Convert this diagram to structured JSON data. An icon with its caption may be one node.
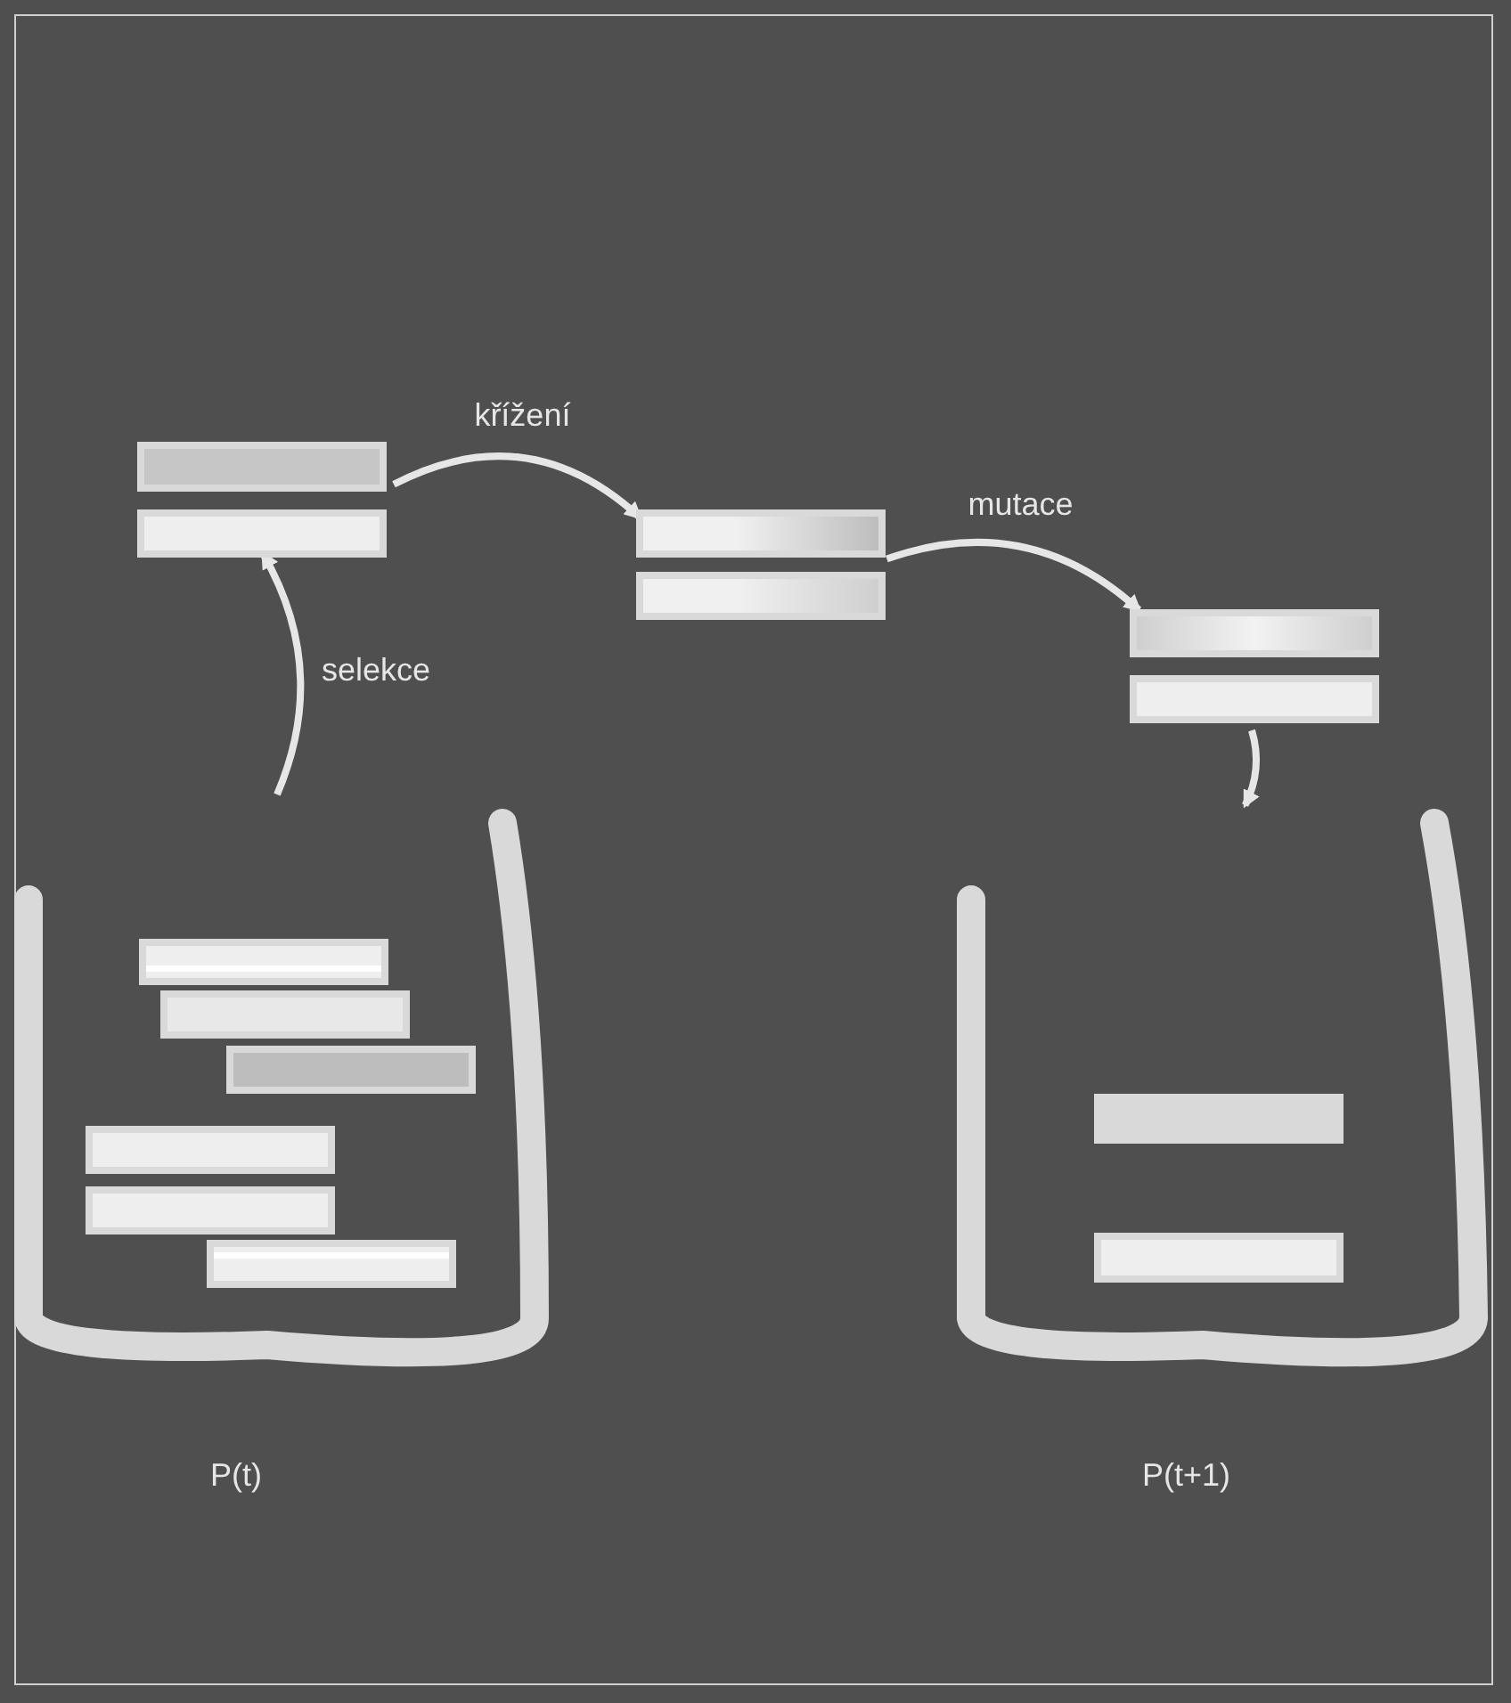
{
  "diagram": {
    "nodes": [
      {
        "text": [
          "P(t)"
        ]
      },
      {
        "text": [],
        "shape": "bar",
        "in": 0
      },
      {
        "text": [],
        "shape": "bar",
        "in": 0
      },
      {
        "text": [],
        "shape": "bar",
        "in": 0
      },
      {
        "text": [],
        "shape": "bar",
        "in": 0
      },
      {
        "text": [],
        "shape": "bar",
        "in": 0
      },
      {
        "text": [],
        "shape": "bar",
        "in": 0
      },
      {
        "text": [],
        "shape": "bar"
      },
      {
        "text": [],
        "shape": "bar"
      },
      {
        "text": [],
        "shape": "bar"
      },
      {
        "text": [],
        "shape": "bar"
      },
      {
        "text": [],
        "shape": "bar"
      },
      {
        "text": [],
        "shape": "bar"
      },
      {
        "text": [
          "P(t+1)"
        ]
      },
      {
        "text": [],
        "shape": "bar",
        "in": 13
      },
      {
        "text": [],
        "shape": "bar",
        "in": 13
      }
    ],
    "edges": [
      {
        "from": 0,
        "to": 8,
        "arrow": "to",
        "label": "selekce"
      },
      {
        "from": 7,
        "to": 9,
        "arrow": "to",
        "label": "křížení"
      },
      {
        "from": 9,
        "to": 11,
        "arrow": "to",
        "label": "mutace"
      },
      {
        "from": 12,
        "to": 13,
        "arrow": "to"
      }
    ]
  }
}
